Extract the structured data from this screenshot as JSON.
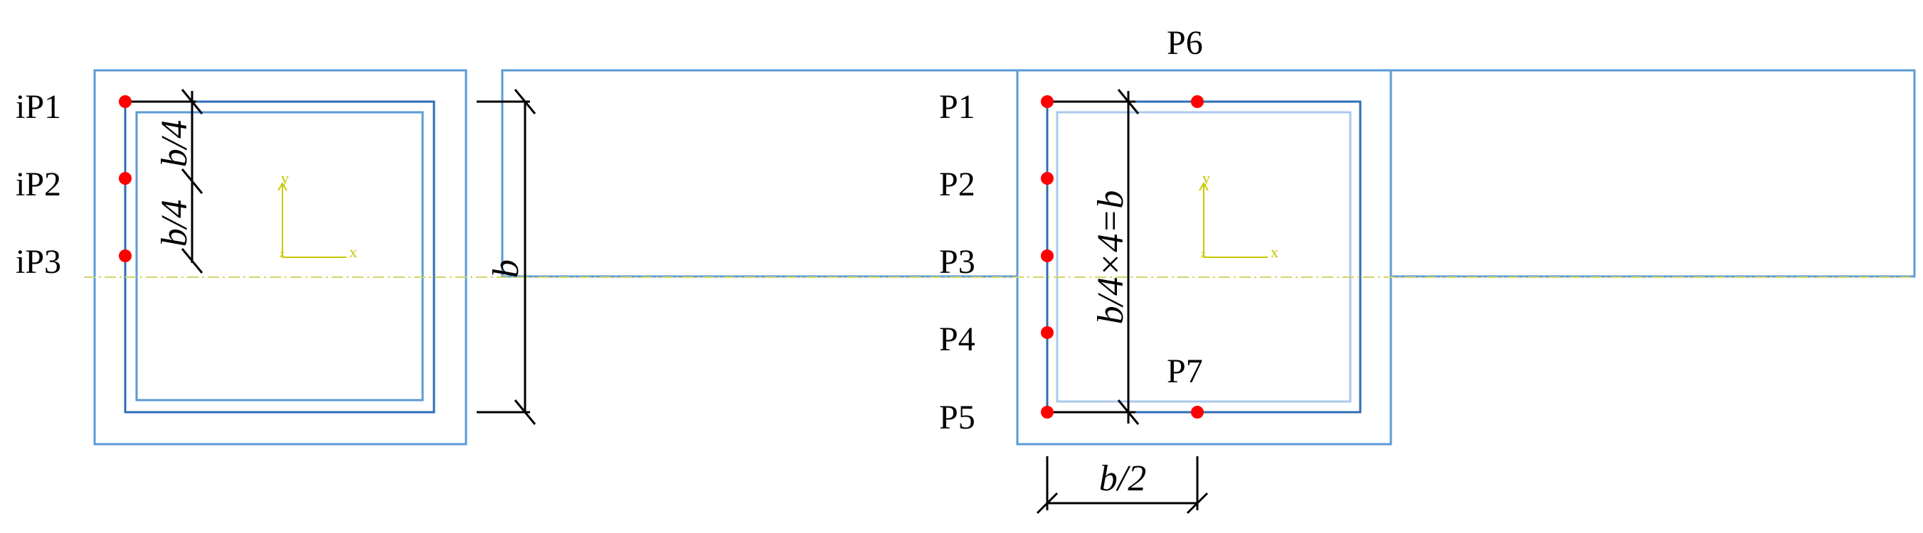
{
  "colors": {
    "section_outline": "#5b9bd5",
    "inner_outline": "#2e6db4",
    "measure_point": "#ff0000",
    "axis": "#c8c800",
    "dimension": "#000000",
    "centerline": "#d4d46a"
  },
  "left_section": {
    "points": [
      "iP1",
      "iP2",
      "iP3"
    ],
    "dimensions": {
      "segment_top": "b/4",
      "segment_bottom": "b/4"
    }
  },
  "overall_dimension": "b",
  "right_section": {
    "points_left": [
      "P1",
      "P2",
      "P3",
      "P4",
      "P5"
    ],
    "point_top": "P6",
    "point_bottom": "P7",
    "dimensions": {
      "vertical": "b/4×4=b",
      "horizontal": "b/2"
    }
  },
  "local_axes": {
    "x": "x",
    "y": "y",
    "z": "z"
  }
}
